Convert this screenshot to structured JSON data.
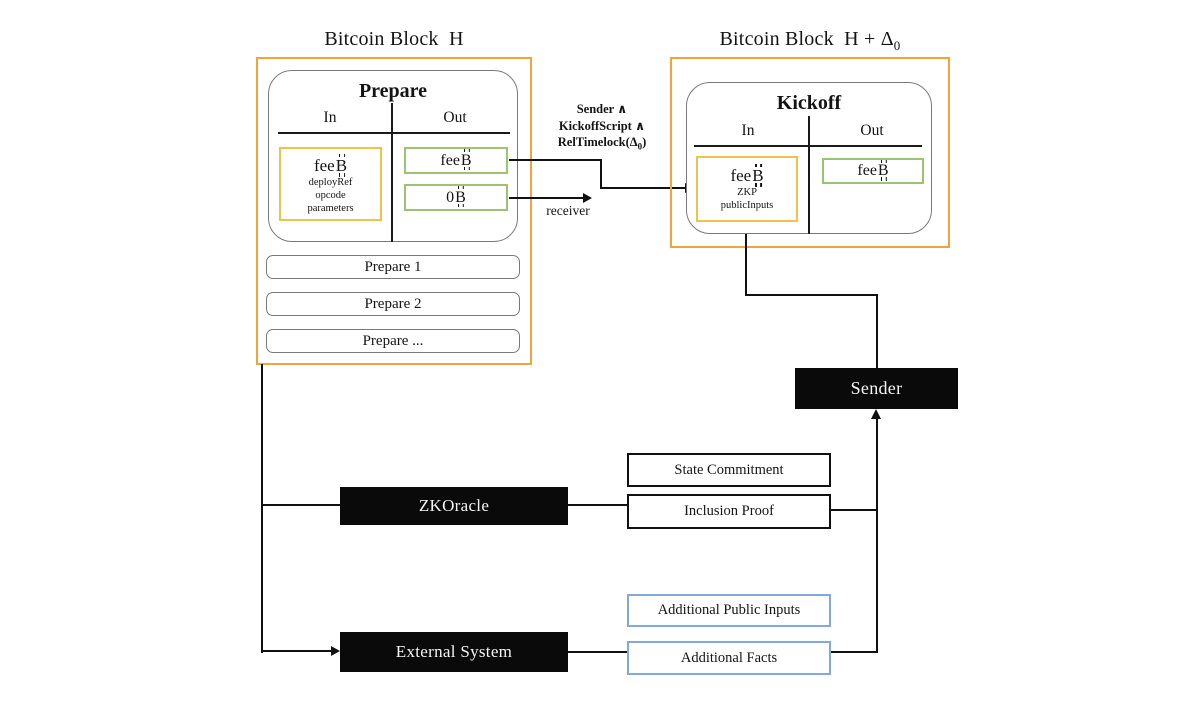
{
  "btc_symbol": "B",
  "colors": {
    "block_border_orange": "#F2A33C",
    "input_border_yellow": "#F0C24B",
    "output_border_green": "#9CC36F",
    "aux_border_blue": "#85A9D6",
    "node_fill_black": "#0A0A0A",
    "line_black": "#111111",
    "tx_border_gray": "#7A7A7A"
  },
  "prepare_block": {
    "title": "Bitcoin Block  H",
    "tx": {
      "name": "Prepare",
      "in_label": "In",
      "out_label": "Out",
      "input": {
        "amount": "fee",
        "details": [
          "deployRef",
          "opcode",
          "parameters"
        ]
      },
      "outputs": [
        {
          "amount": "fee"
        },
        {
          "amount": "0"
        }
      ]
    },
    "extra_txs": [
      "Prepare 1",
      "Prepare 2",
      "Prepare ..."
    ]
  },
  "kickoff_block": {
    "title_pre": "Bitcoin Block  H + Δ",
    "title_sub": "0",
    "tx": {
      "name": "Kickoff",
      "in_label": "In",
      "out_label": "Out",
      "input": {
        "amount": "fee",
        "details": [
          "ZKP",
          "publicInputs"
        ]
      },
      "outputs": [
        {
          "amount": "fee"
        }
      ]
    }
  },
  "edge_labels": {
    "spend_condition_line1": "Sender ∧",
    "spend_condition_line2": "KickoffScript ∧",
    "spend_condition_line3_pre": "RelTimelock(Δ",
    "spend_condition_line3_sub": "0",
    "spend_condition_line3_post": ")",
    "receiver": "receiver"
  },
  "nodes": {
    "sender": "Sender",
    "zkoracle": "ZKOracle",
    "external_system": "External System"
  },
  "data_boxes": {
    "state_commitment": "State Commitment",
    "inclusion_proof": "Inclusion Proof",
    "additional_public_inputs": "Additional Public Inputs",
    "additional_facts": "Additional Facts"
  }
}
